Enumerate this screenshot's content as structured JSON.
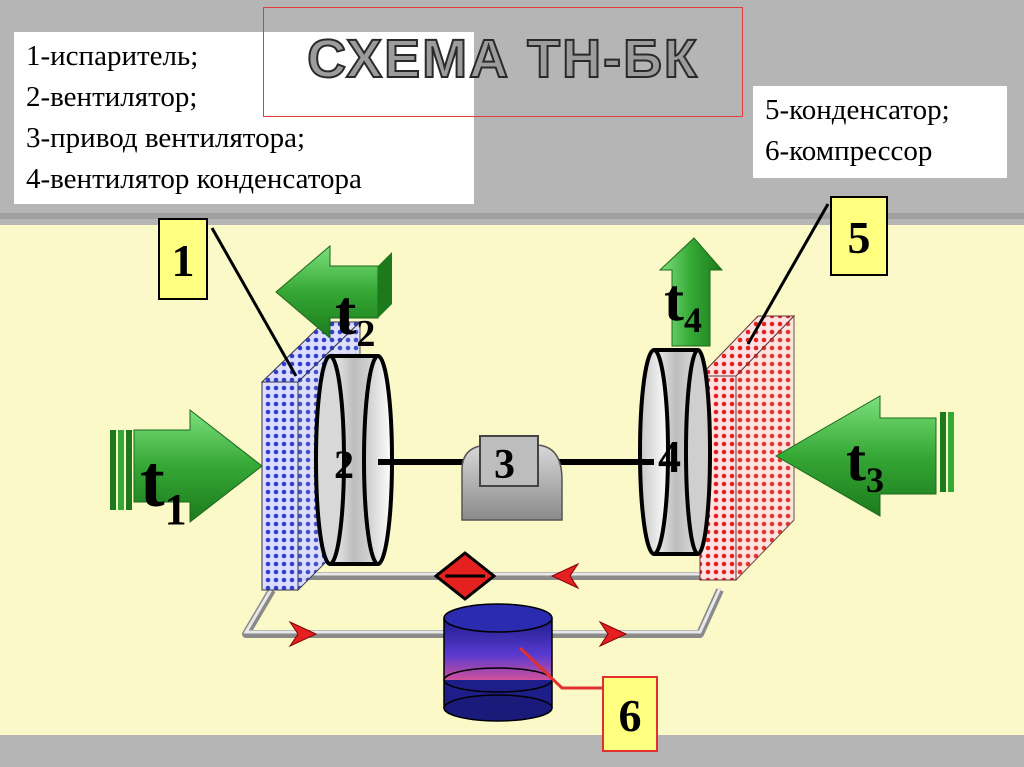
{
  "title": "СХЕМА ТН-БК",
  "legend_left": [
    "1-испаритель;",
    "2-вентилятор;",
    "3-привод вентилятора;",
    "4-вентилятор конденсатора"
  ],
  "legend_right": [
    "5-конденсатор;",
    "6-компрессор"
  ],
  "callouts": {
    "one": "1",
    "five": "5",
    "six": "6"
  },
  "components": {
    "fan2": "2",
    "drive3": "3",
    "fan4": "4"
  },
  "temps": {
    "t1": {
      "base": "t",
      "sub": "1"
    },
    "t2": {
      "base": "t",
      "sub": "2"
    },
    "t3": {
      "base": "t",
      "sub": "3"
    },
    "t4": {
      "base": "t",
      "sub": "4"
    }
  },
  "colors": {
    "arrow_green": "#3aa93a",
    "evaporator_blue": "#3546d6",
    "condenser_red": "#e02424",
    "compressor_blue": "#2222aa",
    "callout_red": "#e03030",
    "yellow_box": "#ffff80"
  }
}
